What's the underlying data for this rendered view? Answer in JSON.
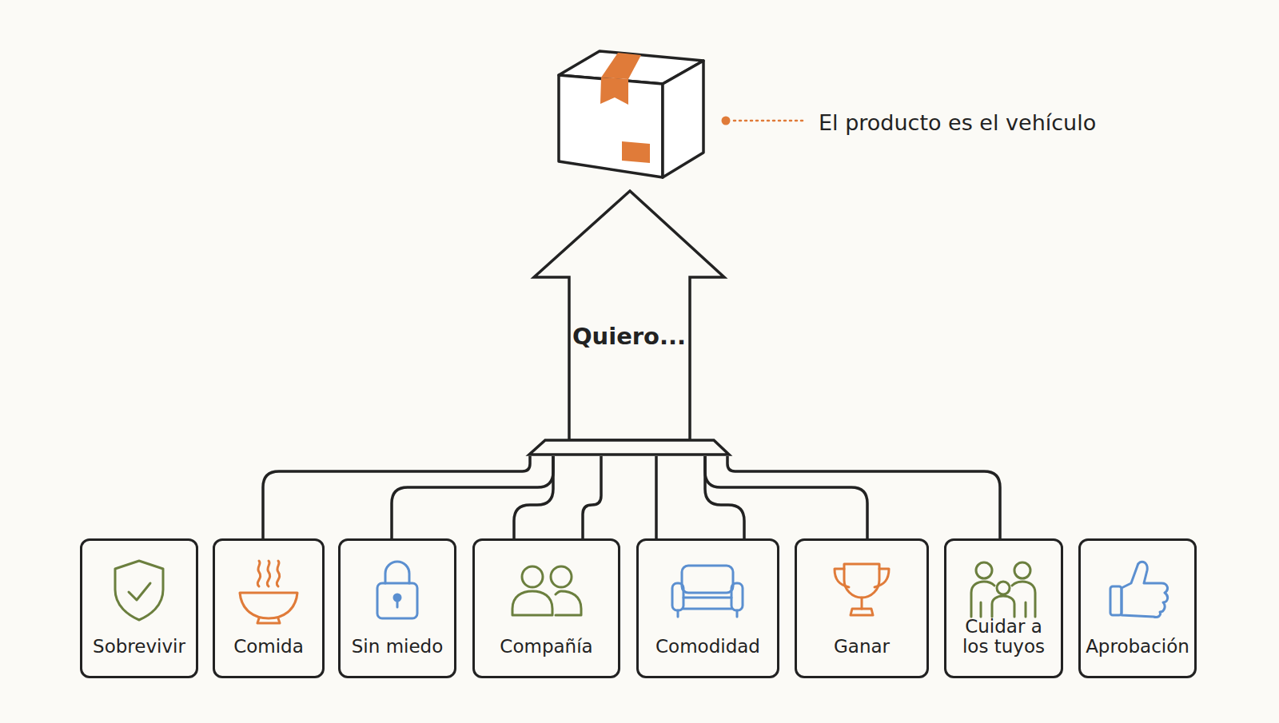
{
  "diagram": {
    "nodes": [
      {
        "text": [
          "Quiero..."
        ]
      },
      {
        "text": [
          "Sobrevivir"
        ]
      },
      {
        "text": [
          "Comida"
        ]
      },
      {
        "text": [
          "Sin miedo"
        ]
      },
      {
        "text": [
          "Compañía"
        ]
      },
      {
        "text": [
          "Comodidad"
        ]
      },
      {
        "text": [
          "Ganar"
        ]
      },
      {
        "text": [
          "Cuidar a los tuyos"
        ]
      },
      {
        "text": [
          "Aprobación"
        ]
      }
    ],
    "edges": [
      {
        "from": 2,
        "to": 0,
        "arrow": "none"
      },
      {
        "from": 3,
        "to": 0,
        "arrow": "none"
      },
      {
        "from": 4,
        "to": 0,
        "arrow": "none"
      },
      {
        "from": 4,
        "to": 0,
        "arrow": "none"
      },
      {
        "from": 5,
        "to": 0,
        "arrow": "none"
      },
      {
        "from": 5,
        "to": 0,
        "arrow": "none"
      },
      {
        "from": 6,
        "to": 0,
        "arrow": "none"
      },
      {
        "from": 7,
        "to": 0,
        "arrow": "none"
      }
    ],
    "labels": [
      "El producto es el vehículo"
    ]
  }
}
